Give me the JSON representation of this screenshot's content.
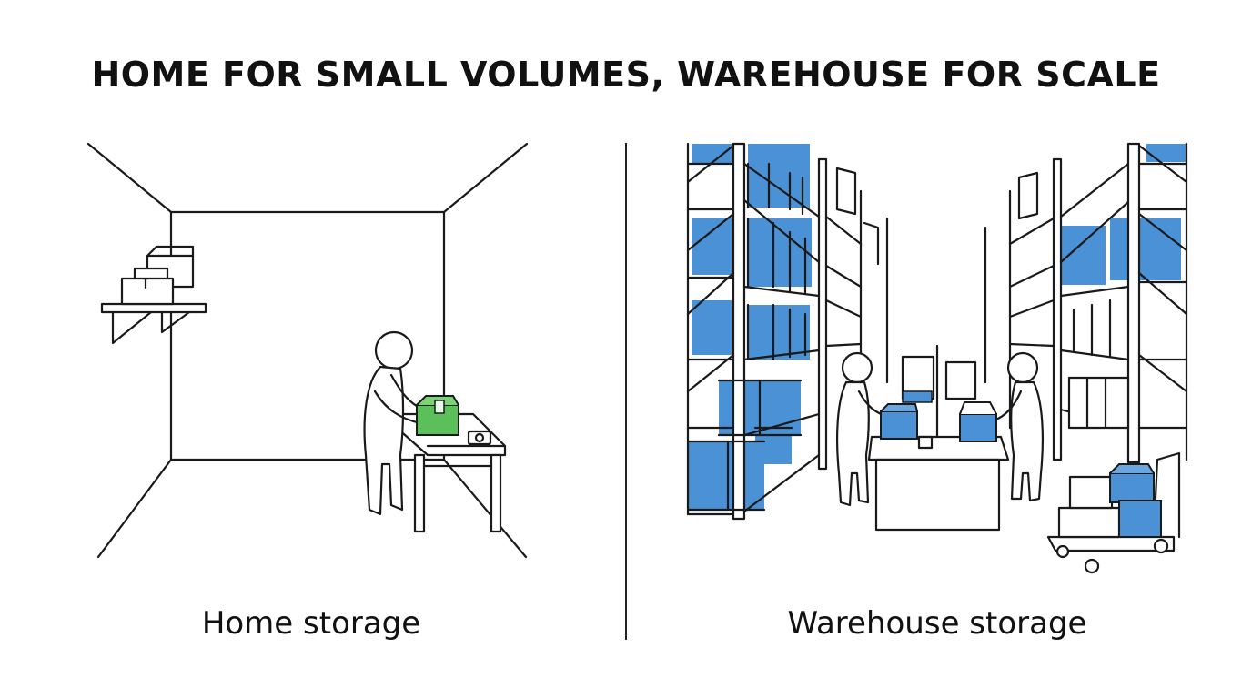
{
  "title": "HOME FOR SMALL VOLUMES, WAREHOUSE FOR SCALE",
  "panels": {
    "left": {
      "label": "Home storage"
    },
    "right": {
      "label": "Warehouse storage"
    }
  },
  "colors": {
    "ink": "#1a1a1a",
    "home_box": "#5cc05a",
    "warehouse_box": "#4b91d6",
    "background": "#ffffff"
  }
}
